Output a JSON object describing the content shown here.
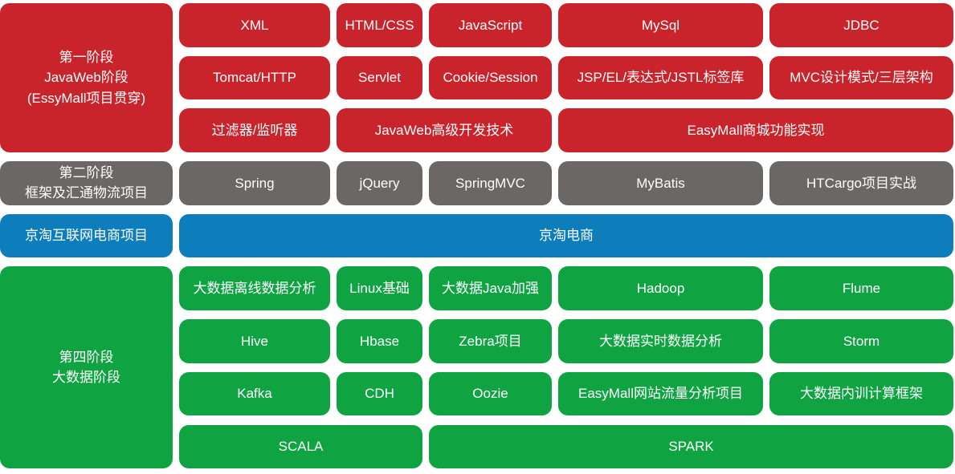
{
  "colors": {
    "red": "#c9232b",
    "gray": "#6a6766",
    "blue": "#0e7dbb",
    "green": "#0fa341",
    "text": "#ffffff",
    "background": "#ffffff"
  },
  "stage1": {
    "label": "第一阶段\nJavaWeb阶段\n(EssyMall项目贯穿)",
    "blocks": {
      "xml": "XML",
      "html_css": "HTML/CSS",
      "javascript": "JavaScript",
      "mysql": "MySql",
      "jdbc": "JDBC",
      "tomcat_http": "Tomcat/HTTP",
      "servlet": "Servlet",
      "cookie_session": "Cookie/Session",
      "jsp_el_jstl": "JSP/EL/表达式/JSTL标签库",
      "mvc": "MVC设计模式/三层架构",
      "filter_listener": "过滤器/监听器",
      "javaweb_adv": "JavaWeb高级开发技术",
      "easymall_shop": "EasyMall商城功能实现"
    }
  },
  "stage2": {
    "label": "第二阶段\n框架及汇通物流项目",
    "blocks": {
      "spring": "Spring",
      "jquery": "jQuery",
      "springmvc": "SpringMVC",
      "mybatis": "MyBatis",
      "htcargo": "HTCargo项目实战"
    }
  },
  "stage3": {
    "label": "京淘互联网电商项目",
    "blocks": {
      "jingtao": "京淘电商"
    }
  },
  "stage4": {
    "label": "第四阶段\n大数据阶段",
    "blocks": {
      "offline_analysis": "大数据离线数据分析",
      "linux": "Linux基础",
      "bigdata_java": "大数据Java加强",
      "hadoop": "Hadoop",
      "flume": "Flume",
      "hive": "Hive",
      "hbase": "Hbase",
      "zebra": "Zebra项目",
      "realtime_analysis": "大数据实时数据分析",
      "storm": "Storm",
      "kafka": "Kafka",
      "cdh": "CDH",
      "oozie": "Oozie",
      "easymall_traffic": "EasyMall网站流量分析项目",
      "internal_framework": "大数据内训计算框架",
      "scala": "SCALA",
      "spark": "SPARK"
    }
  }
}
